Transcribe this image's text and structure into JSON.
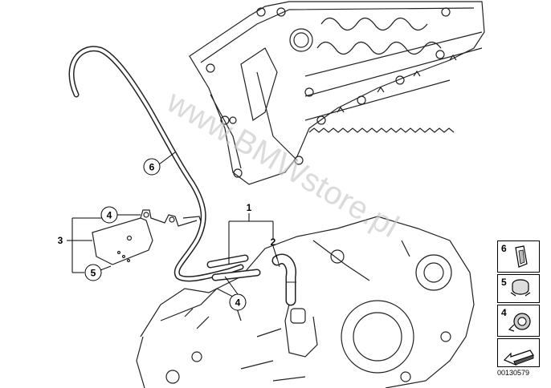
{
  "callouts": {
    "c1": "1",
    "c2": "2",
    "c3": "3",
    "c4a": "4",
    "c4b": "4",
    "c5": "5",
    "c6": "6"
  },
  "legend": [
    {
      "number": "6",
      "icon": "clip-icon"
    },
    {
      "number": "5",
      "icon": "clamp-icon"
    },
    {
      "number": "4",
      "icon": "hose-clip-icon"
    },
    {
      "number": "",
      "icon": "arrow-icon"
    }
  ],
  "diagram_id": "00130579",
  "watermark": "www.BMWstore.pl"
}
